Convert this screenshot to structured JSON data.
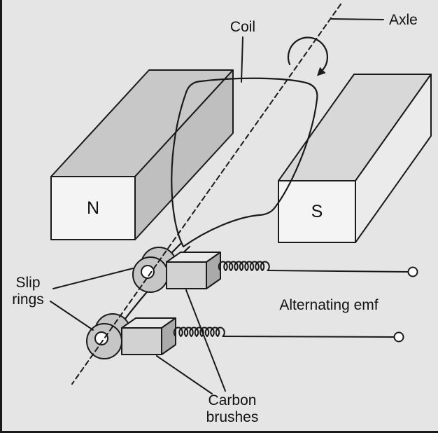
{
  "diagram": {
    "labels": {
      "coil": "Coil",
      "axle": "Axle",
      "north_pole": "N",
      "south_pole": "S",
      "slip_rings": [
        "Slip",
        "rings"
      ],
      "alternating_emf": "Alternating emf",
      "carbon_brushes": [
        "Carbon",
        "brushes"
      ]
    },
    "colors": {
      "page_bg": "#e5e5e5",
      "ink": "#1a1a1a",
      "magnet_front": "#f4f4f4",
      "magnet_top_left": "#c8c8c8",
      "magnet_top_right": "#d8d8d8",
      "magnet_side_left": "#bfbfbf",
      "magnet_side_right": "#ebebeb",
      "ring_fill": "#c6c6c6",
      "ring_hole": "#ffffff",
      "brush_front": "#d2d2d2",
      "brush_top": "#e9e9e9",
      "brush_side": "#aaaaaa",
      "terminal_fill": "#ffffff"
    }
  }
}
